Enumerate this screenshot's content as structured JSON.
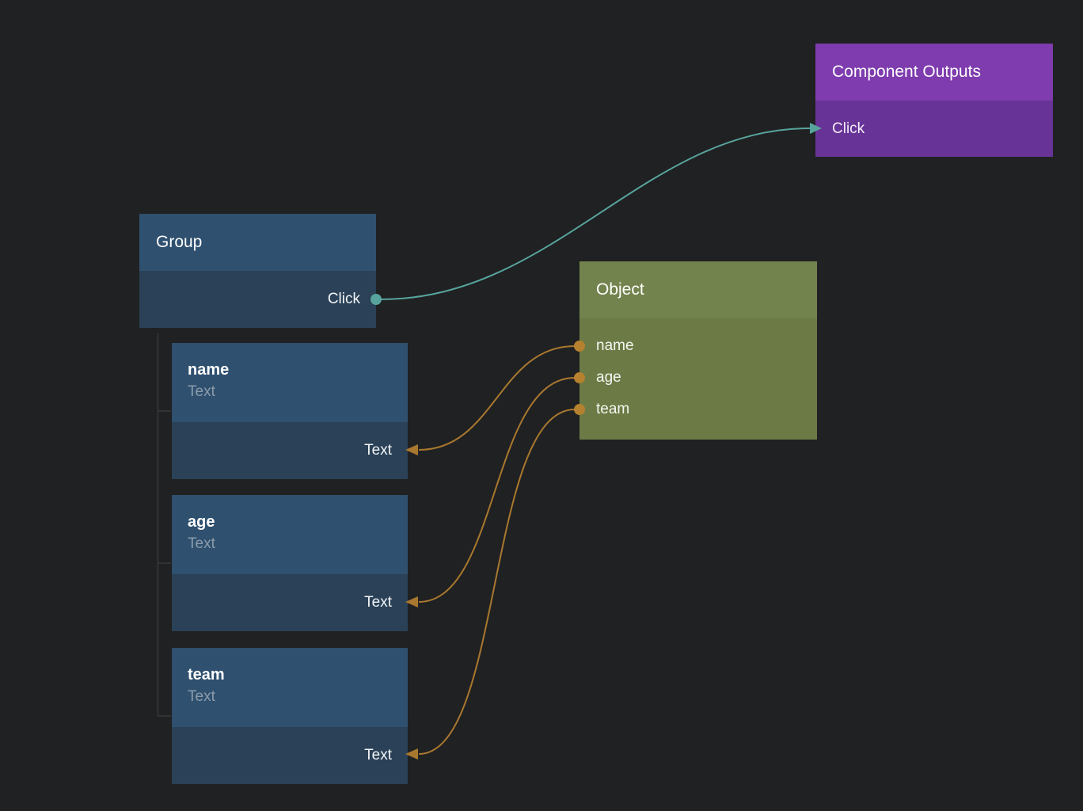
{
  "colors": {
    "background": "#202122",
    "blue_header": "#2f506f",
    "blue_body": "#2a4157",
    "olive_header": "#73834e",
    "olive_body": "#6c7b46",
    "purple_header": "#7e3cae",
    "purple_body": "#683397",
    "wire_teal": "#57a49d",
    "wire_orange": "#a9782f",
    "port_orange": "#b5812f",
    "subtitle_gray": "#8d9cab"
  },
  "nodes": {
    "group": {
      "title": "Group",
      "output": {
        "label": "Click"
      }
    },
    "component_outputs": {
      "title": "Component Outputs",
      "input": {
        "label": "Click"
      }
    },
    "object": {
      "title": "Object",
      "outputs": [
        {
          "label": "name"
        },
        {
          "label": "age"
        },
        {
          "label": "team"
        }
      ]
    },
    "children": [
      {
        "title": "name",
        "type": "Text",
        "input": {
          "label": "Text"
        }
      },
      {
        "title": "age",
        "type": "Text",
        "input": {
          "label": "Text"
        }
      },
      {
        "title": "team",
        "type": "Text",
        "input": {
          "label": "Text"
        }
      }
    ]
  }
}
